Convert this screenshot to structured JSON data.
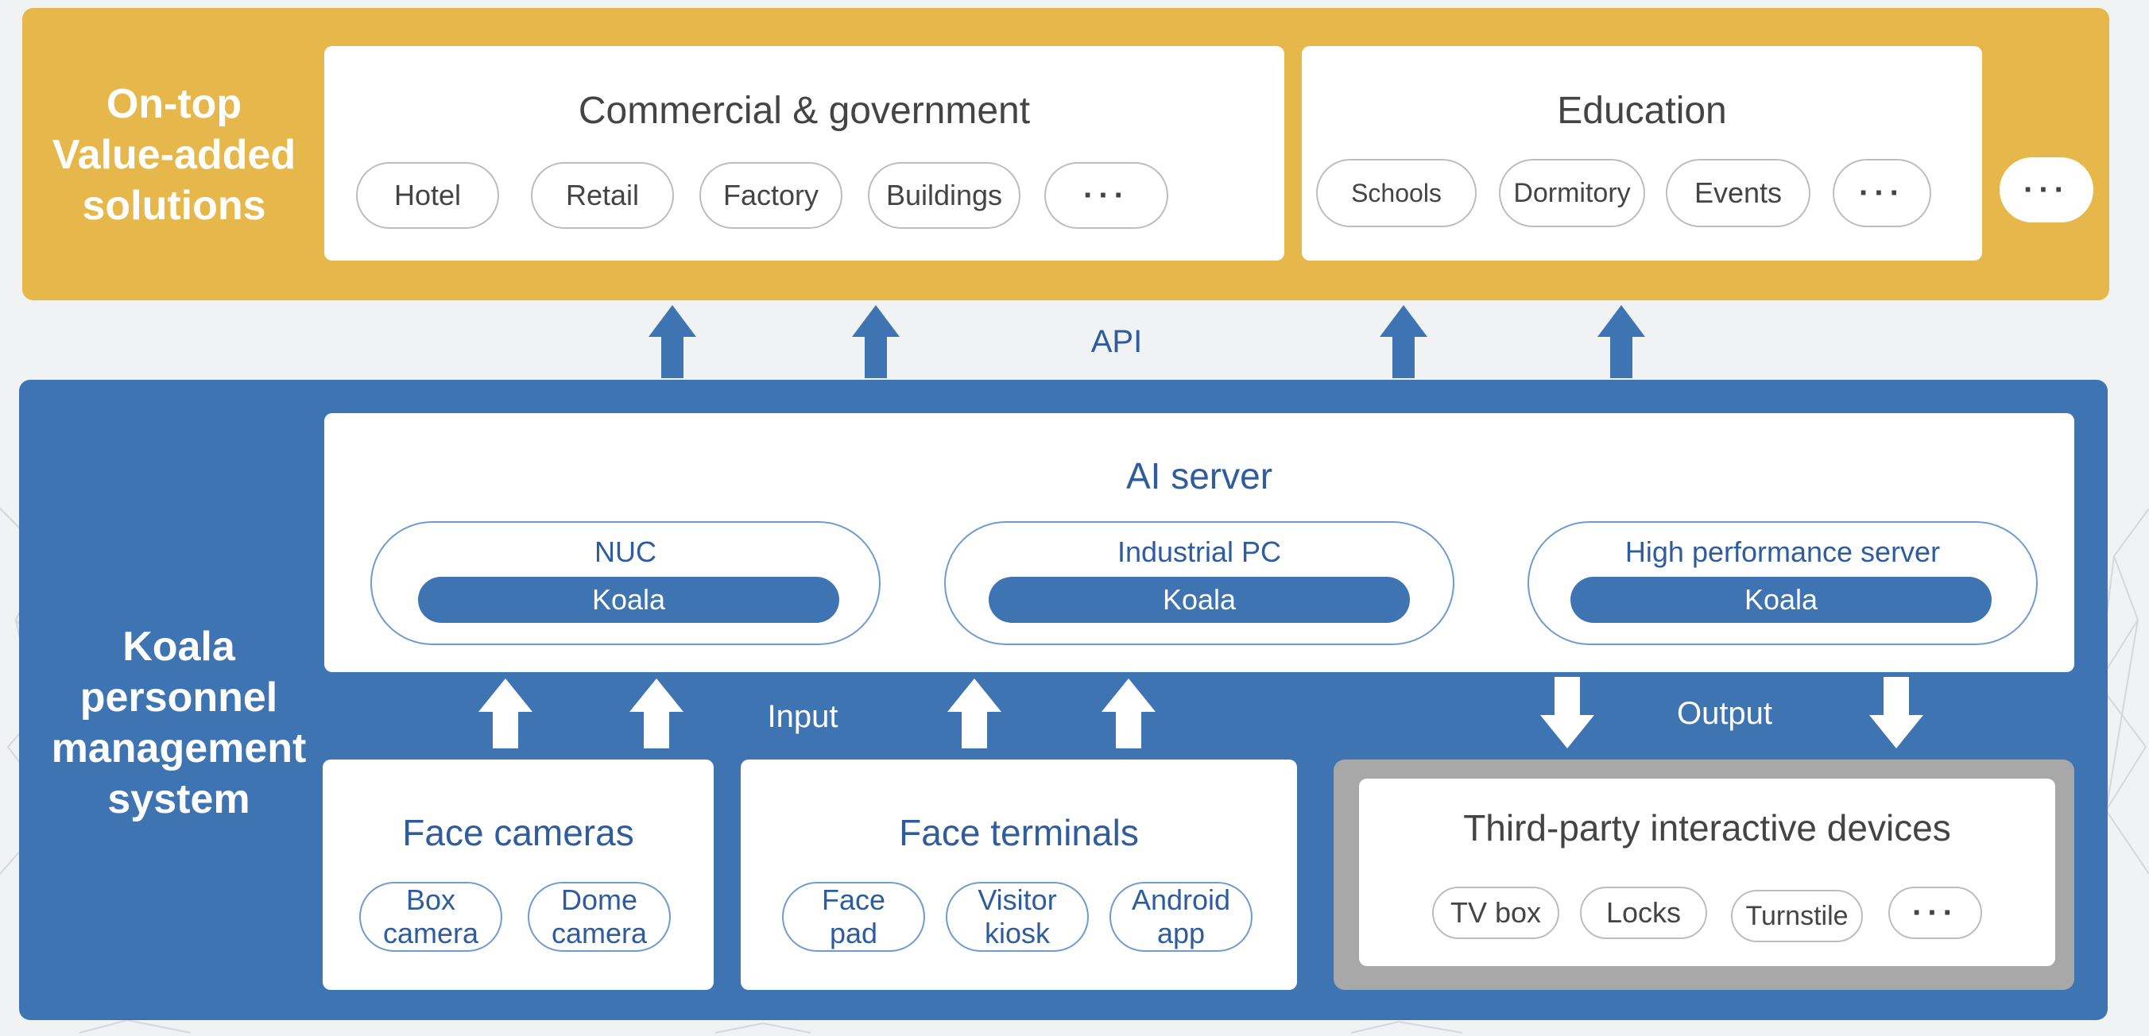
{
  "top": {
    "title_lines": [
      "On-top",
      "Value-added",
      "solutions"
    ],
    "commercial": {
      "title": "Commercial & government",
      "items": [
        "Hotel",
        "Retail",
        "Factory",
        "Buildings",
        "···"
      ]
    },
    "education": {
      "title": "Education",
      "items": [
        "Schools",
        "Dormitory",
        "Events",
        "···"
      ]
    },
    "more": "···"
  },
  "api_label": "API",
  "bottom": {
    "title_lines": [
      "Koala",
      "personnel",
      "management",
      "system"
    ],
    "ai_server": {
      "title": "AI server",
      "platforms": [
        {
          "label": "NUC",
          "engine": "Koala"
        },
        {
          "label": "Industrial PC",
          "engine": "Koala"
        },
        {
          "label": "High performance server",
          "engine": "Koala"
        }
      ]
    },
    "input_label": "Input",
    "output_label": "Output",
    "face_cameras": {
      "title": "Face cameras",
      "items": [
        [
          "Box",
          "camera"
        ],
        [
          "Dome",
          "camera"
        ]
      ]
    },
    "face_terminals": {
      "title": "Face terminals",
      "items": [
        [
          "Face",
          "pad"
        ],
        [
          "Visitor",
          "kiosk"
        ],
        [
          "Android",
          "app"
        ]
      ]
    },
    "third_party": {
      "title": "Third-party interactive devices",
      "items": [
        "TV box",
        "Locks",
        "Turnstile",
        "···"
      ]
    }
  },
  "colors": {
    "top_band": "#e6b84c",
    "bottom_band": "#3f74b3",
    "accent_text": "#2f5c9c",
    "third_party_frame": "#a8a8a8"
  }
}
